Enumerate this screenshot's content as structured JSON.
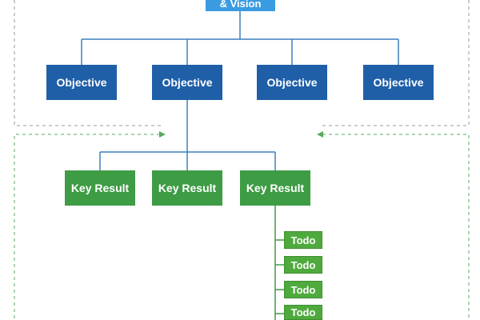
{
  "diagram": {
    "top_node": {
      "label": "& Vision"
    },
    "objectives": [
      {
        "label": "Objective"
      },
      {
        "label": "Objective"
      },
      {
        "label": "Objective"
      },
      {
        "label": "Objective"
      }
    ],
    "key_results": [
      {
        "label": "Key Result"
      },
      {
        "label": "Key Result"
      },
      {
        "label": "Key Result"
      }
    ],
    "todos": [
      {
        "label": "Todo"
      },
      {
        "label": "Todo"
      },
      {
        "label": "Todo"
      },
      {
        "label": "Todo"
      }
    ],
    "colors": {
      "top_node": "#3b9be0",
      "objective": "#1f5fa8",
      "key_result": "#3e9c44",
      "todo": "#4faa3e",
      "blue_connector": "#3d7fc0",
      "green_connector": "#3e9c44",
      "upper_frame_dash": "#9a9a9a",
      "lower_frame_dash": "#5aa85e"
    }
  }
}
